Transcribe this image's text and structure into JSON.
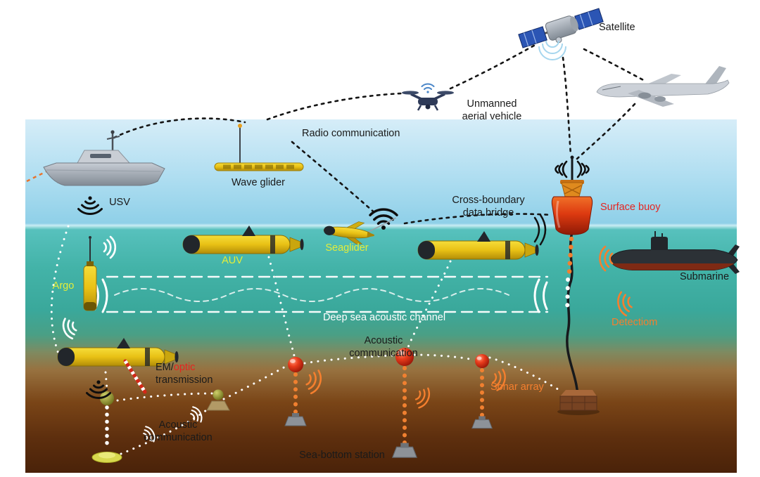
{
  "labels": {
    "satellite": "Satellite",
    "unmanned_aerial_vehicle": "Unmanned aerial vehicle",
    "radio_communication": "Radio communication",
    "wave_glider": "Wave glider",
    "usv": "USV",
    "cross_boundary_data_bridge": "Cross-boundary data bridge",
    "surface_buoy": "Surface buoy",
    "auv": "AUV",
    "seaglider": "Seaglider",
    "argo": "Argo",
    "submarine": "Submarine",
    "deep_sea_acoustic_channel": "Deep sea acoustic channel",
    "detection": "Detectiom",
    "em_prefix": "EM/",
    "em_optic": "optic",
    "em_suffix": "transmission",
    "acoustic_communication_left": "Acoustic communication",
    "acoustic_communication_center": "Acoustic communication",
    "sonar_array": "Sonar array",
    "sea_bottom_station": "Sea-bottom station"
  },
  "colors": {
    "label_default": "#1a1a1a",
    "label_red": "#e52420",
    "label_yellow": "#e3ed3a",
    "label_orange": "#f57f2e",
    "label_white": "#ffffff",
    "signal_black": "#141414",
    "signal_white": "#ffffff",
    "signal_orange": "#f07830",
    "water_teal": "#3aa89b",
    "seabed_brown": "#5e2f0e"
  }
}
